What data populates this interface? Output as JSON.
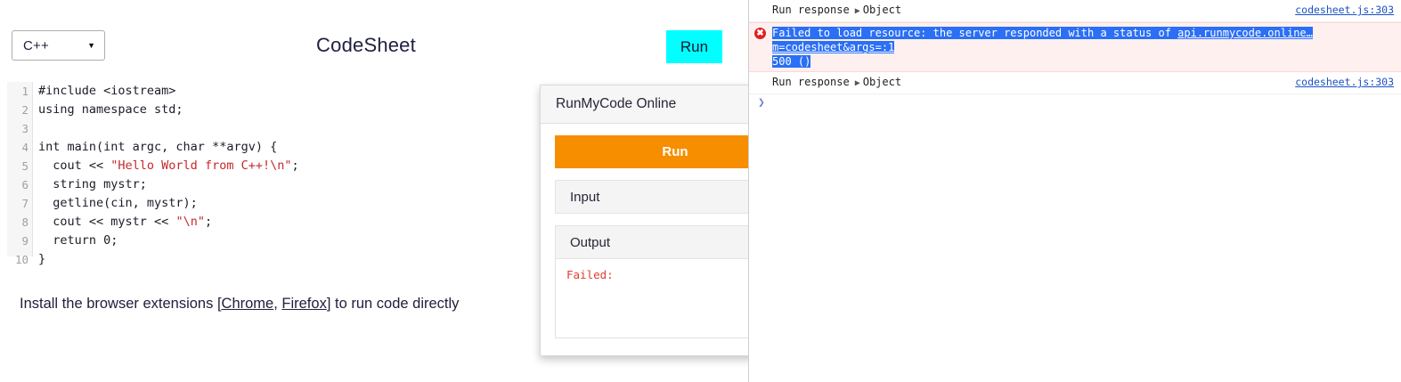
{
  "page": {
    "title": "CodeSheet",
    "language_select": {
      "value": "C++",
      "caret": "▼"
    },
    "run_button": "Run",
    "extensions_note": {
      "prefix": "Install the browser extensions [",
      "chrome": "Chrome",
      "separator": ", ",
      "firefox": "Firefox",
      "suffix": "] to run code directly"
    }
  },
  "editor": {
    "line_numbers": [
      "1",
      "2",
      "3",
      "4",
      "5",
      "6",
      "7",
      "8",
      "9",
      "10"
    ],
    "lines": [
      "#include <iostream>",
      "using namespace std;",
      "",
      "int main(int argc, char **argv) {",
      "  cout << ",
      "  string mystr;",
      "  getline(cin, mystr);",
      "  cout << mystr << ",
      "  return 0;",
      "}"
    ],
    "line5_string": "\"Hello World from C++!\\n\"",
    "line5_tail": ";",
    "line8_string": "\"\\n\"",
    "line8_tail": ";",
    "line9_number": "0",
    "line9_tail": ";"
  },
  "rmc_panel": {
    "title": "RunMyCode Online",
    "run_label": "Run",
    "input_label": "Input",
    "output_label": "Output",
    "output_text": "Failed:"
  },
  "devtools": {
    "rows": [
      {
        "type": "log",
        "message": "Run response",
        "disclosure": "▶",
        "object": "Object",
        "source": "codesheet.js:303"
      },
      {
        "type": "error",
        "badge": "✖",
        "message_part1": "Failed to load resource: the server responded with a status of ",
        "url": "api.runmycode.online…m=codesheet&args=:1",
        "message_part2": "500 ()",
        "source": ""
      },
      {
        "type": "log",
        "message": "Run response",
        "disclosure": "▶",
        "object": "Object",
        "source": "codesheet.js:303"
      }
    ],
    "prompt_caret": "❯"
  },
  "colors": {
    "run_button_top": "#00ffff",
    "rmc_run_orange": "#f68e00",
    "error_text": "#e03b2f",
    "selection_blue": "#2a6ff5",
    "link_blue": "#1a52c4"
  }
}
